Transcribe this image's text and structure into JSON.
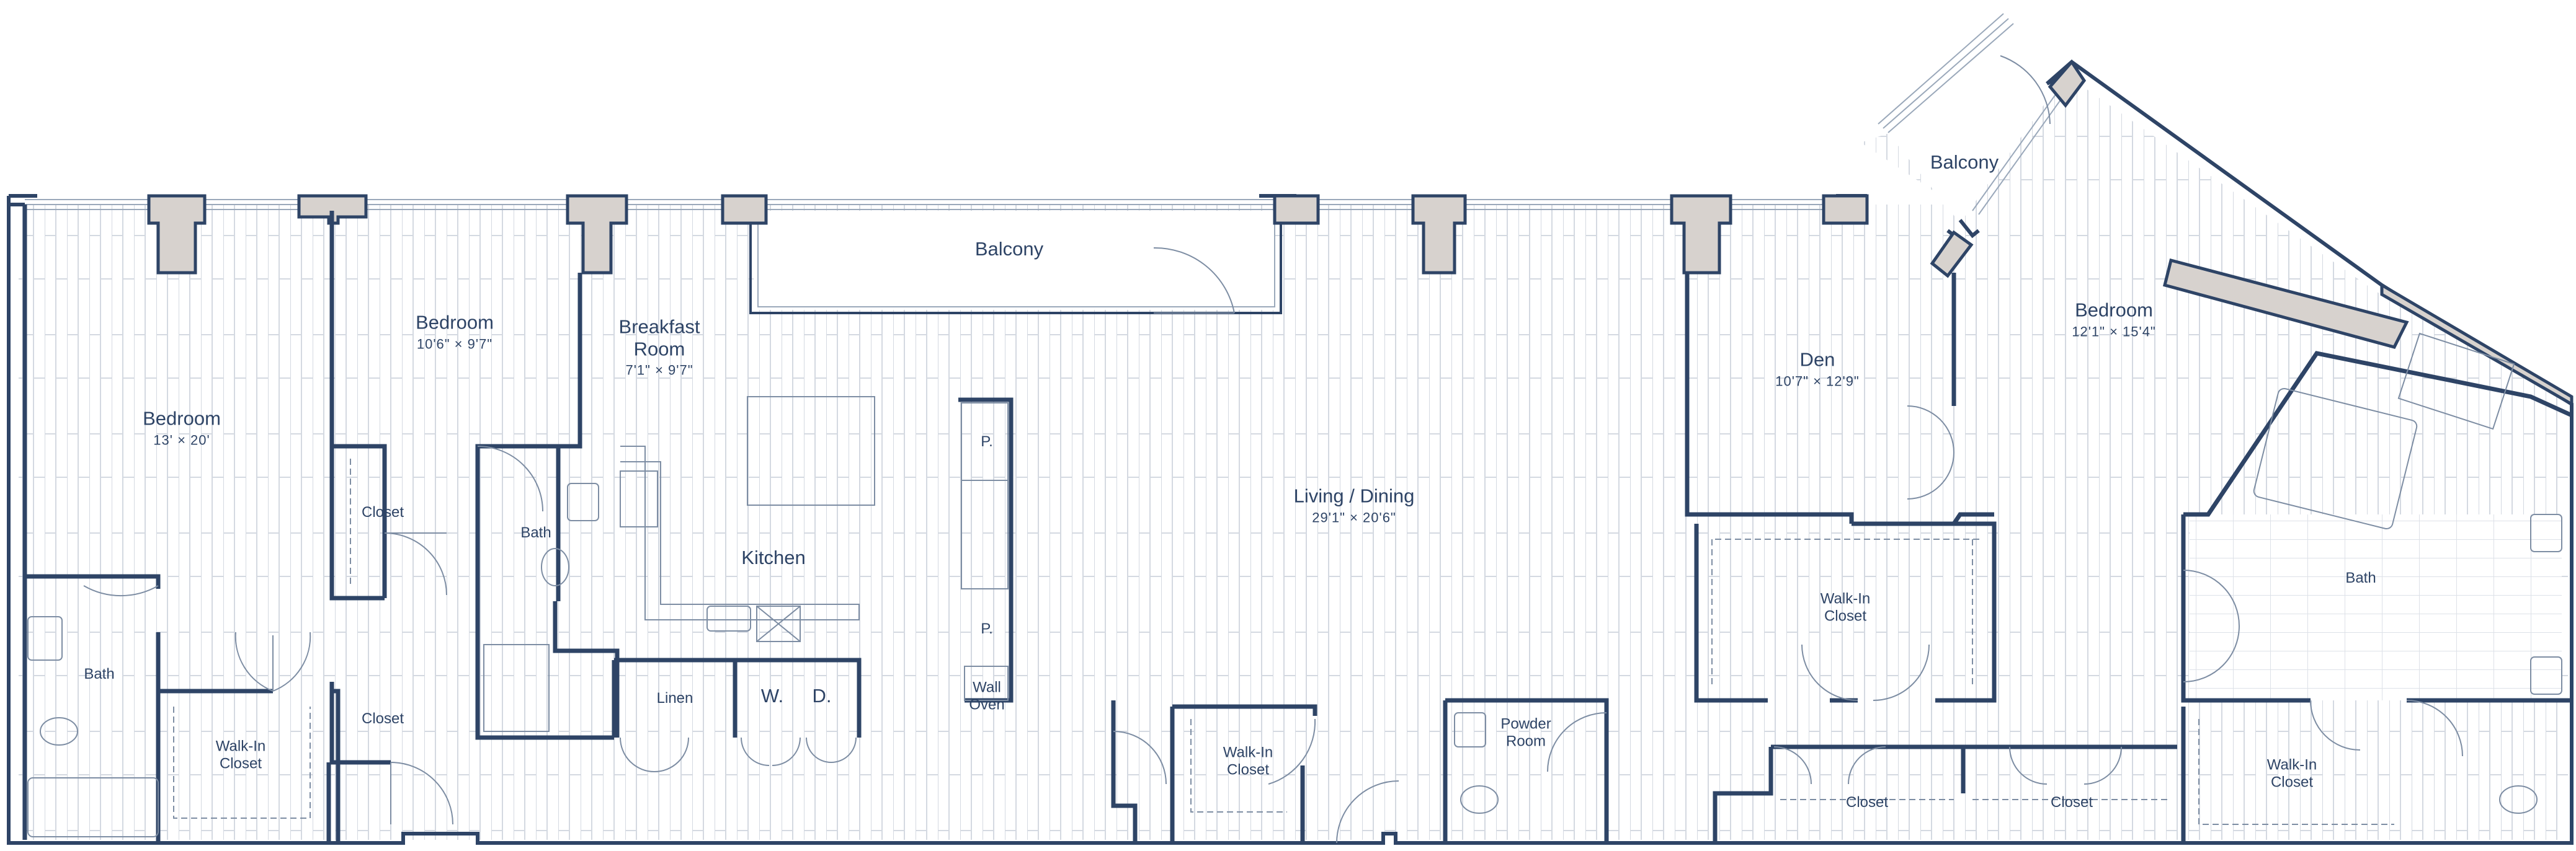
{
  "colors": {
    "wall": "#2e4466",
    "column": "#d7d2ce",
    "floor_line": "#d4d9e1",
    "fixture": "#7d8da3",
    "background": "#ffffff"
  },
  "rooms": {
    "bedroom_1": {
      "name": "Bedroom",
      "dims": "13' × 20'"
    },
    "bedroom_2": {
      "name": "Bedroom",
      "dims": "10'6\" × 9'7\""
    },
    "breakfast": {
      "name": "Breakfast Room",
      "name_l1": "Breakfast",
      "name_l2": "Room",
      "dims": "7'1\" × 9'7\""
    },
    "balcony_1": {
      "name": "Balcony"
    },
    "balcony_2": {
      "name": "Balcony"
    },
    "kitchen": {
      "name": "Kitchen"
    },
    "living": {
      "name": "Living / Dining",
      "dims": "29'1\" × 20'6\""
    },
    "den": {
      "name": "Den",
      "dims": "10'7\" × 12'9\""
    },
    "bedroom_3": {
      "name": "Bedroom",
      "dims": "12'1\" × 15'4\""
    },
    "closet_1": {
      "name": "Closet"
    },
    "closet_2": {
      "name": "Closet"
    },
    "closet_3": {
      "name": "Closet"
    },
    "closet_4": {
      "name": "Closet"
    },
    "bath_1": {
      "name": "Bath"
    },
    "bath_2": {
      "name": "Bath"
    },
    "bath_3": {
      "name": "Bath"
    },
    "walkin_1": {
      "name_l1": "Walk-In",
      "name_l2": "Closet"
    },
    "walkin_2": {
      "name_l1": "Walk-In",
      "name_l2": "Closet"
    },
    "walkin_3": {
      "name_l1": "Walk-In",
      "name_l2": "Closet"
    },
    "walkin_4": {
      "name_l1": "Walk-In",
      "name_l2": "Closet"
    },
    "linen": {
      "name": "Linen"
    },
    "washer": {
      "name": "W."
    },
    "dryer": {
      "name": "D."
    },
    "pantry_1": {
      "name": "P."
    },
    "pantry_2": {
      "name": "P."
    },
    "wall_oven": {
      "name_l1": "Wall",
      "name_l2": "Oven"
    },
    "powder": {
      "name_l1": "Powder",
      "name_l2": "Room"
    }
  }
}
